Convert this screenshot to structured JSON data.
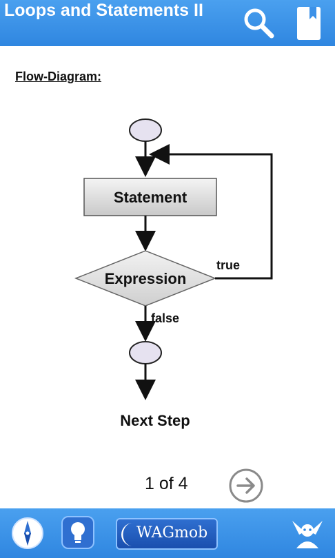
{
  "header": {
    "title": "Loops and Statements II",
    "icons": [
      "search-icon",
      "bookmark-icon"
    ]
  },
  "content": {
    "section_title": "Flow-Diagram:",
    "diagram": {
      "statement_label": "Statement",
      "expression_label": "Expression",
      "true_label": "true",
      "false_label": "false",
      "next_step_label": "Next Step"
    }
  },
  "pager": {
    "text": "1 of 4",
    "icon": "arrow-right-circle-icon"
  },
  "footer": {
    "brand": "WAGmob",
    "icons": [
      "compass-icon",
      "lightbulb-icon",
      "wagmob-logo",
      "profile-icon"
    ]
  },
  "colors": {
    "header_blue": "#3b91e8",
    "node_fill": "#e6e2f0",
    "box_fill": "#d9d9d9"
  }
}
